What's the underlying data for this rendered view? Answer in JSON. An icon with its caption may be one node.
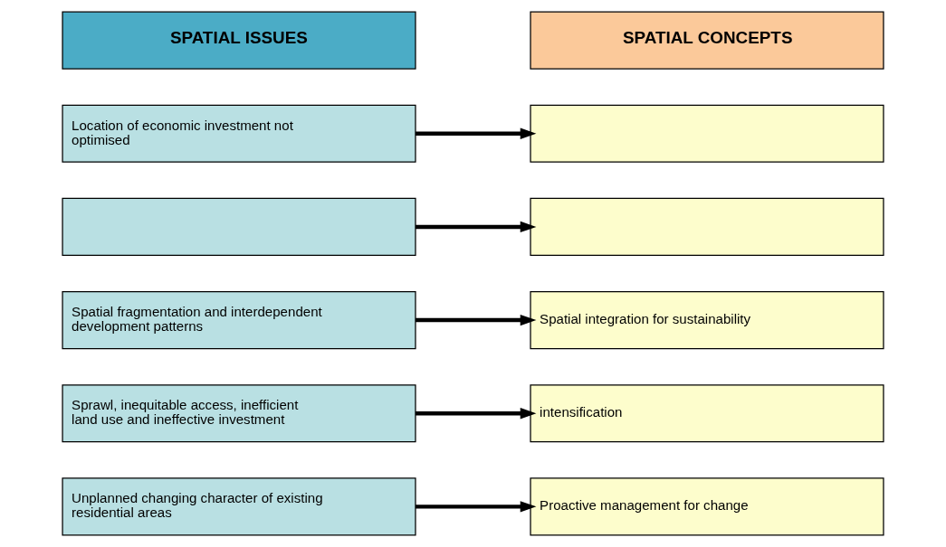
{
  "diagram": {
    "nodes": [
      {
        "text": [
          "SPATIAL ISSUES"
        ]
      },
      {
        "text": [
          "SPATIAL CONCEPTS"
        ]
      },
      {
        "text": [
          "Location of economic investment not optimised"
        ]
      },
      {
        "text": [],
        "shape": "box"
      },
      {
        "text": [],
        "shape": "box"
      },
      {
        "text": [],
        "shape": "box"
      },
      {
        "text": [
          "Spatial fragmentation and interdependent development patterns"
        ]
      },
      {
        "text": [
          "Spatial integration for sustainability"
        ]
      },
      {
        "text": [
          "Sprawl, inequitable access, inefficient land use and ineffective investment"
        ]
      },
      {
        "text": [
          "intensification"
        ]
      },
      {
        "text": [
          "Unplanned changing character of existing residential areas"
        ]
      },
      {
        "text": [
          "Proactive management for change"
        ]
      }
    ],
    "edges": [
      {
        "from": 2,
        "to": 3,
        "arrow": "to"
      },
      {
        "from": 4,
        "to": 5,
        "arrow": "to"
      },
      {
        "from": 6,
        "to": 7,
        "arrow": "to"
      },
      {
        "from": 8,
        "to": 9,
        "arrow": "to"
      },
      {
        "from": 10,
        "to": 11,
        "arrow": "to"
      }
    ]
  }
}
